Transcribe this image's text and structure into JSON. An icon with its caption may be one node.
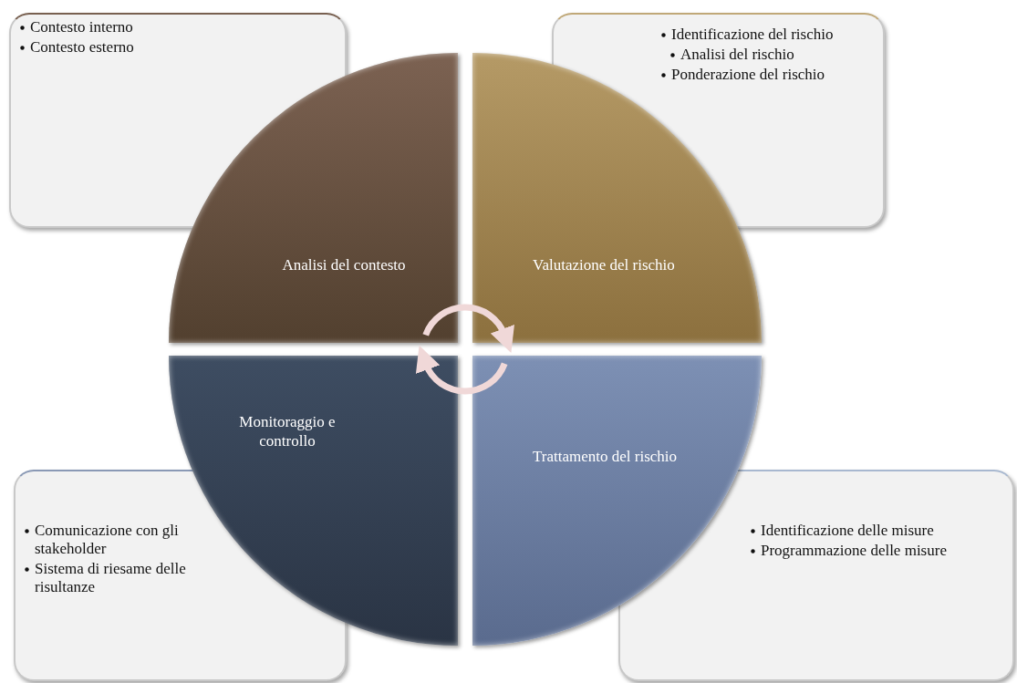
{
  "diagram": {
    "nodes": [
      {
        "text": [
          "Contesto interno",
          "Contesto esterno"
        ]
      },
      {
        "text": [
          "Identificazione del rischio",
          "Analisi del rischio",
          "Ponderazione del rischio"
        ]
      },
      {
        "text": [
          "Analisi del contesto"
        ]
      },
      {
        "text": [
          "Valutazione del rischio"
        ]
      },
      {
        "text": [
          "Monitoraggio e controllo"
        ]
      },
      {
        "text": [
          "Trattamento del rischio"
        ]
      },
      {
        "text": [
          "Comunicazione con gli stakeholder",
          "Sistema di  riesame delle risultanze"
        ]
      },
      {
        "text": [
          "Identificazione delle misure",
          "Programmazione delle misure"
        ]
      }
    ],
    "edges": [
      {
        "from": 2,
        "to": 3,
        "arrow": "to"
      },
      {
        "from": 5,
        "to": 4,
        "arrow": "to"
      }
    ]
  }
}
